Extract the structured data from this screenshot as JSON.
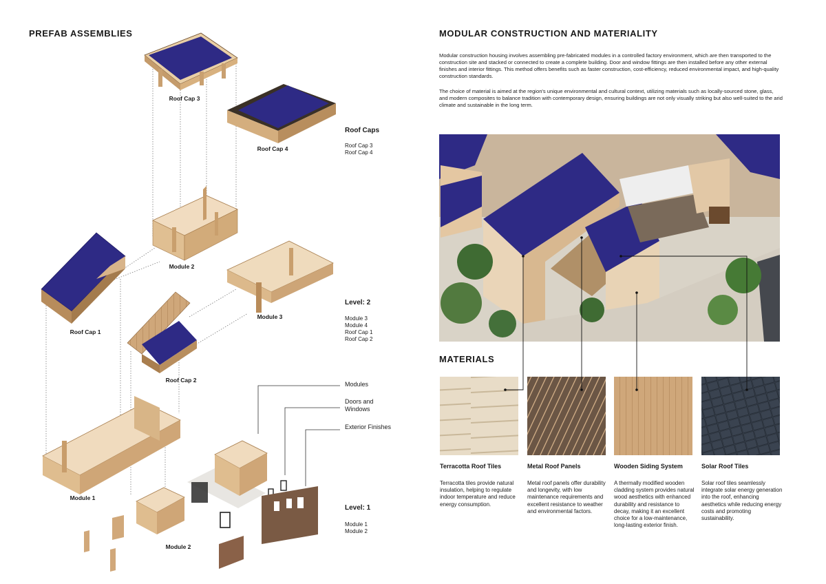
{
  "left": {
    "title": "PREFAB ASSEMBLIES",
    "labels": {
      "roof_cap_3": "Roof Cap 3",
      "roof_cap_4": "Roof Cap 4",
      "module_2_upper": "Module 2",
      "module_3": "Module 3",
      "roof_cap_1": "Roof Cap 1",
      "roof_cap_2": "Roof Cap 2",
      "module_1": "Module 1",
      "module_2_lower": "Module 2"
    },
    "side": {
      "roof_caps_title": "Roof Caps",
      "roof_caps_items": [
        "Roof Cap 3",
        "Roof Cap 4"
      ],
      "level2_title": "Level: 2",
      "level2_items": [
        "Module 3",
        "Module 4",
        "Roof Cap 1",
        "Roof Cap 2"
      ],
      "legend": [
        "Modules",
        "Doors and",
        "Windows",
        "Exterior Finishes"
      ],
      "level1_title": "Level: 1",
      "level1_items": [
        "Module 1",
        "Module 2"
      ]
    }
  },
  "right": {
    "title": "MODULAR CONSTRUCTION AND MATERIALITY",
    "paragraph1": "Modular construction housing involves assembling pre-fabricated modules in a controlled factory environment, which are then transported to the construction site and stacked or connected to create a complete building. Door and window fittings are then installed before any other external finishes and interior fittings. This method offers benefits such as faster construction, cost-efficiency, reduced environmental impact, and high-quality construction standards.",
    "paragraph2": "The choice of material is aimed at the region's unique environmental and cultural context, utilizing materials such as locally-sourced stone, glass, and modern composites to balance tradition with contemporary design, ensuring buildings are not only visually striking but also well-suited to the arid climate and sustainable in the long term.",
    "materials_title": "MATERIALS",
    "materials": [
      {
        "name": "Terracotta Roof Tiles",
        "desc": "Terracotta tiles provide natural insulation, helping to regulate indoor temperature and reduce energy consumption."
      },
      {
        "name": "Metal Roof Panels",
        "desc": "Metal roof panels offer durability and longevity, with low maintenance requirements and excellent resistance to weather and environmental factors."
      },
      {
        "name": "Wooden Siding System",
        "desc": "A thermally modified wooden cladding system provides natural wood aesthetics with enhanced durability and resistance to decay, making it an excellent choice for a low-maintenance, long-lasting exterior finish."
      },
      {
        "name": "Solar Roof Tiles",
        "desc": "Solar roof tiles seamlessly integrate solar energy generation into the roof, enhancing aesthetics while reducing energy costs and promoting sustainability."
      }
    ]
  },
  "colors": {
    "solar": "#2e2a85",
    "wood": "#e2c49a",
    "wood_dark": "#b89066",
    "sky": "#9fb3cc"
  }
}
